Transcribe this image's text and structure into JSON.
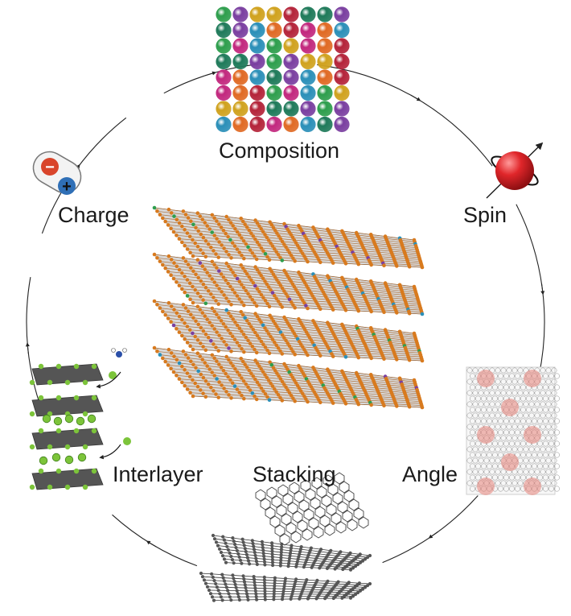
{
  "labels": {
    "composition": "Composition",
    "spin": "Spin",
    "charge": "Charge",
    "angle": "Angle",
    "stacking": "Stacking",
    "interlayer": "Interlayer"
  },
  "charge_signs": {
    "minus": "−",
    "plus": "+"
  },
  "colors": {
    "ring": "#222222",
    "spin_sphere": "#e0262a",
    "charge_negative": "#d9452b",
    "charge_positive": "#2f6fb6",
    "lattice_node": "#d87a1e",
    "interlayer_ion": "#7cc43a",
    "angle_hotspot": "#e8837a",
    "composition_palette": [
      "#2e9e4d",
      "#c2287e",
      "#2b8fb8",
      "#7a3fa0",
      "#e06a24",
      "#1f7a5a",
      "#d0a21e",
      "#b4243a"
    ]
  }
}
